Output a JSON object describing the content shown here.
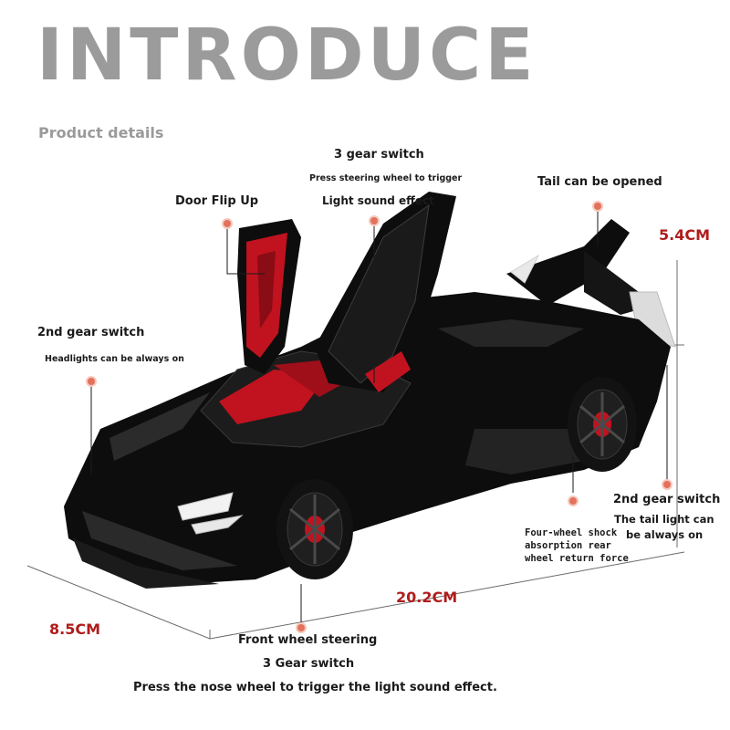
{
  "header": {
    "title": "INTRODUCE",
    "subtitle": "Product details"
  },
  "callouts": {
    "gear3_title": "3 gear switch",
    "gear3_sub": "Press steering wheel to trigger",
    "gear3_sub2": "Light sound effect",
    "door": "Door Flip Up",
    "tail_open": "Tail can be opened",
    "gear2_left_title": "2nd gear switch",
    "gear2_left_sub": "Headlights can be always on",
    "gear2_right_title": "2nd gear switch",
    "gear2_right_sub1": "The tail light can",
    "gear2_right_sub2": "be always on",
    "shock_1": "Four-wheel shock",
    "shock_2": "absorption rear",
    "shock_3": "wheel return force",
    "front_wheel": "Front wheel steering",
    "gear3_bottom": "3 Gear switch",
    "nose_note": "Press the nose wheel to trigger the light sound effect."
  },
  "dimensions": {
    "height": "5.4CM",
    "length": "20.2CM",
    "width": "8.5CM"
  },
  "colors": {
    "title_gray": "#9b9b9b",
    "dimension_red": "#b01c1c",
    "dot_orange": "#e2725b",
    "car_black": "#0d0d0d",
    "interior_red": "#c1121f"
  }
}
